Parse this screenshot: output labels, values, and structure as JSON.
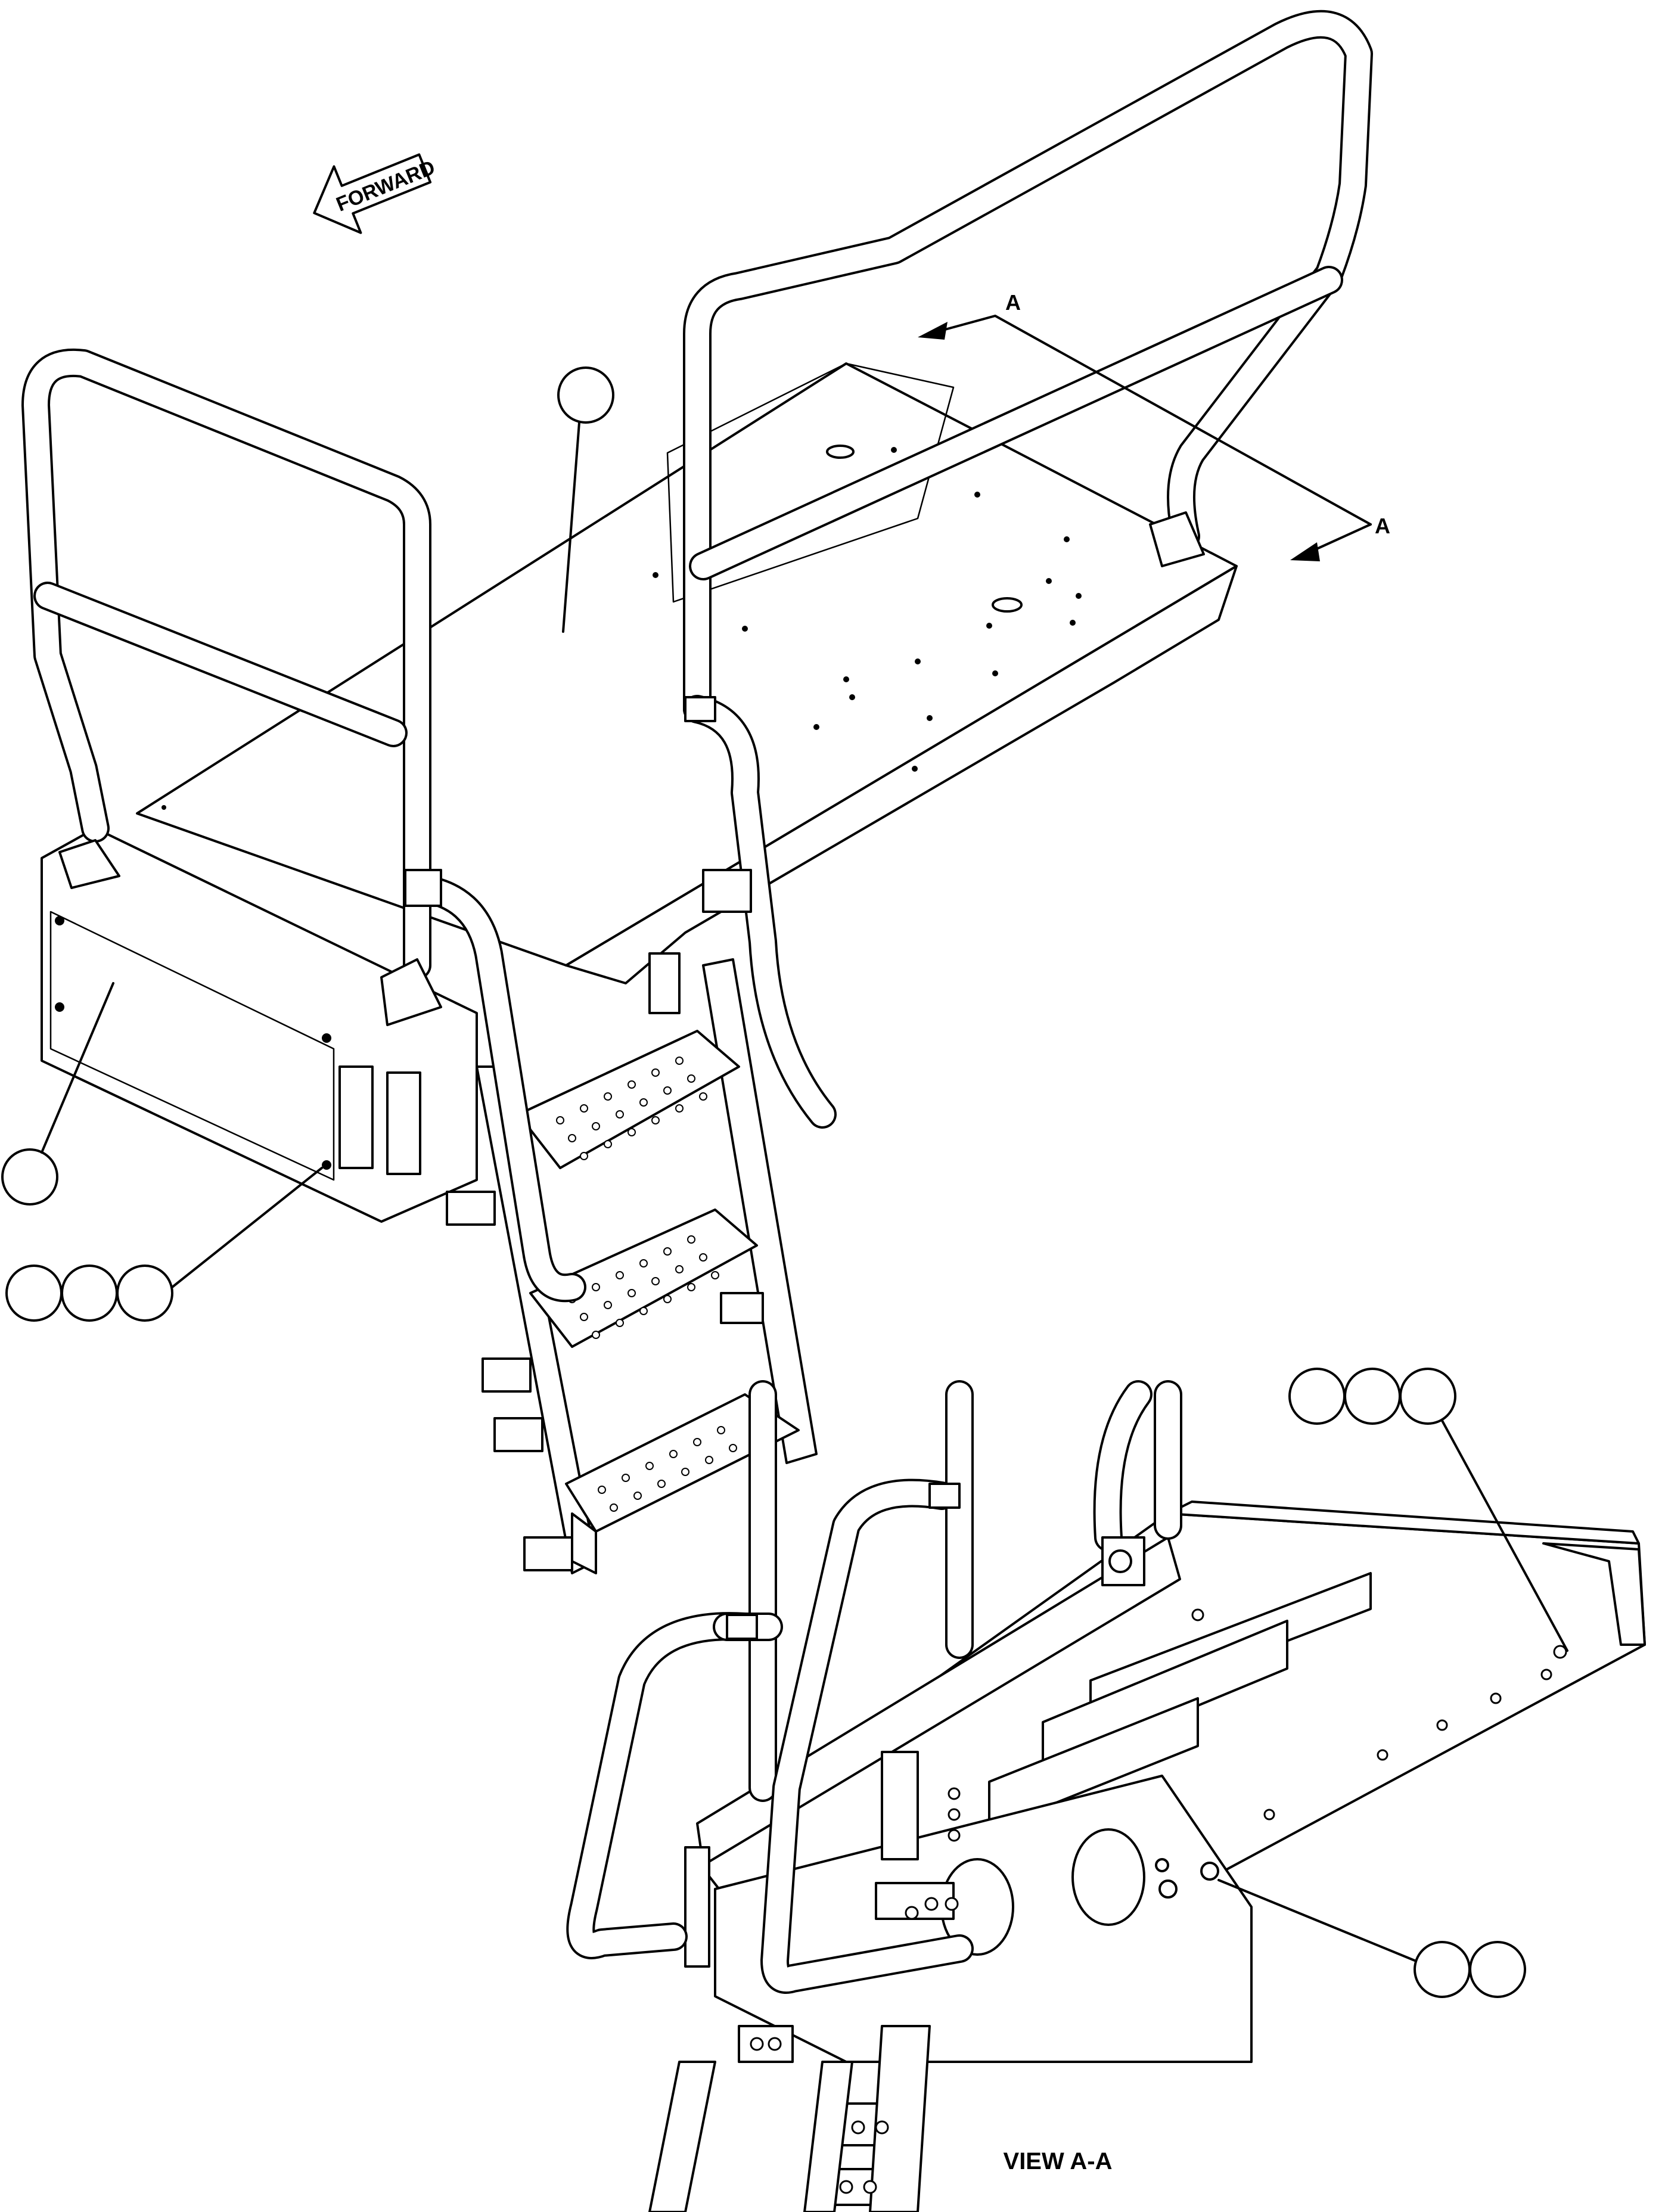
{
  "labels": {
    "forward": "FORWARD",
    "section_a_top": "A",
    "section_a_right": "A",
    "view_title": "VIEW A-A"
  },
  "callouts": {
    "platform": {
      "count": 1
    },
    "side_panel": {
      "count": 1
    },
    "panel_hardware": {
      "count": 3
    },
    "view_top_hardware": {
      "count": 3
    },
    "view_bottom_hardware": {
      "count": 2
    }
  }
}
